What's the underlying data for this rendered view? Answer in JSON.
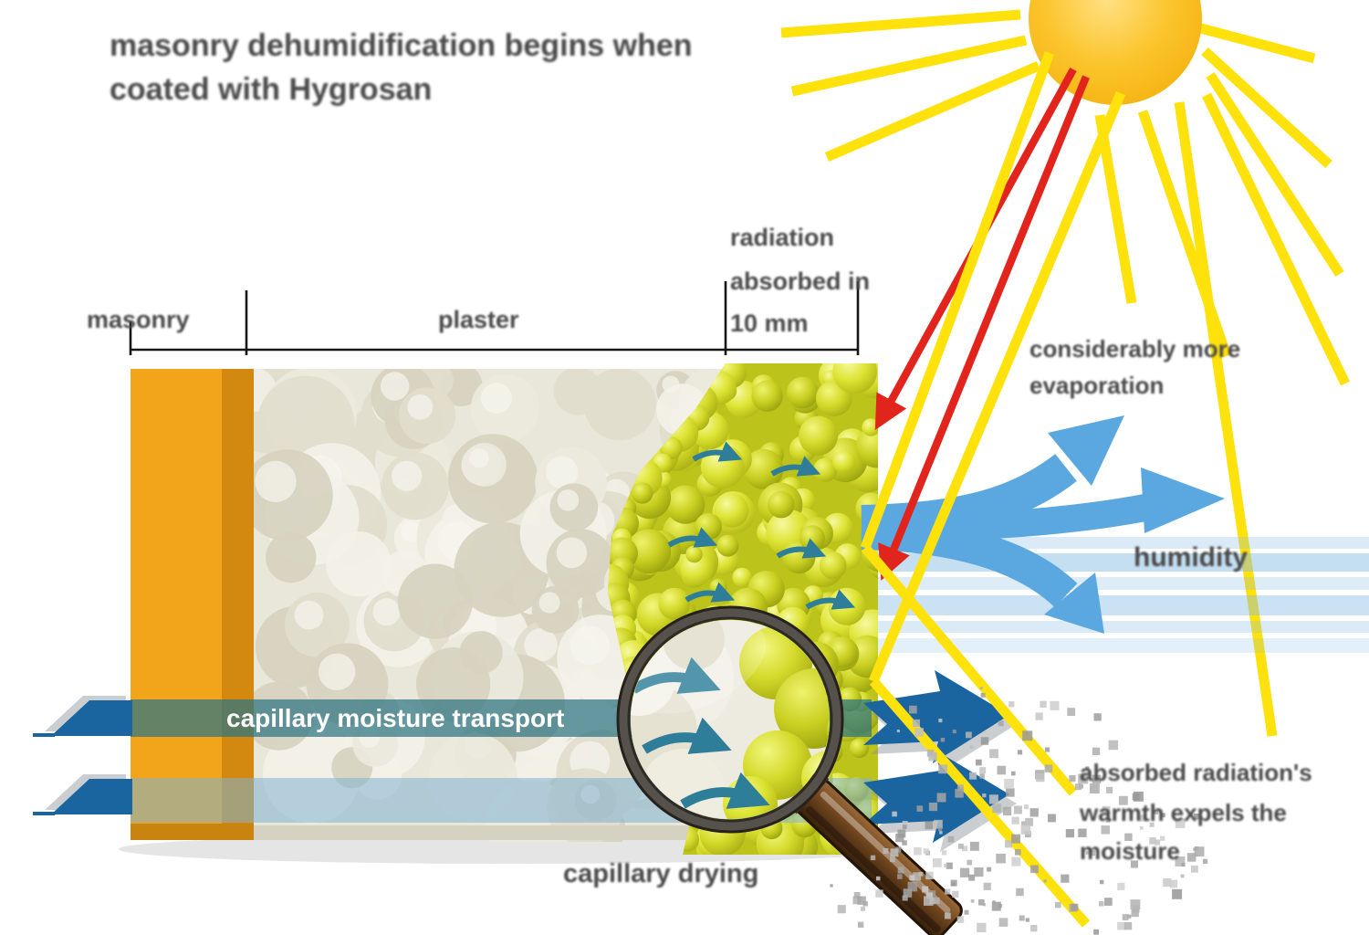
{
  "title": {
    "line1": "masonry dehumidification begins when",
    "line2": "coated with Hygrosan"
  },
  "dimension_labels": {
    "masonry": "masonry",
    "plaster": "plaster",
    "zone": {
      "line1": "radiation",
      "line2": "absorbed in",
      "line3": "10 mm"
    }
  },
  "annotations": {
    "evaporation": {
      "line1": "considerably more",
      "line2": "evaporation"
    },
    "humidity": "humidity",
    "solar_heat": {
      "line1": "absorbed radiation's",
      "line2": "warmth expels the",
      "line3": "moisture"
    },
    "capillary_transport": "capillary moisture transport",
    "capillary_drying": "capillary drying"
  },
  "colors": {
    "sun": "#f9bc1e",
    "ray_yellow": "#ffe10c",
    "radiation_red": "#e2251c",
    "dark_blue_arrow": "#1a65a0",
    "light_blue_arrow": "#5ba8e1",
    "teal_band": "#2d7582",
    "lower_band_blue": "#7fb2d2",
    "masonry_orange": "#f2a51b",
    "sphere_yellow": "#cdd31f",
    "plaster_cream": "#e9e6da",
    "label_gray": "#4a4a4a"
  }
}
